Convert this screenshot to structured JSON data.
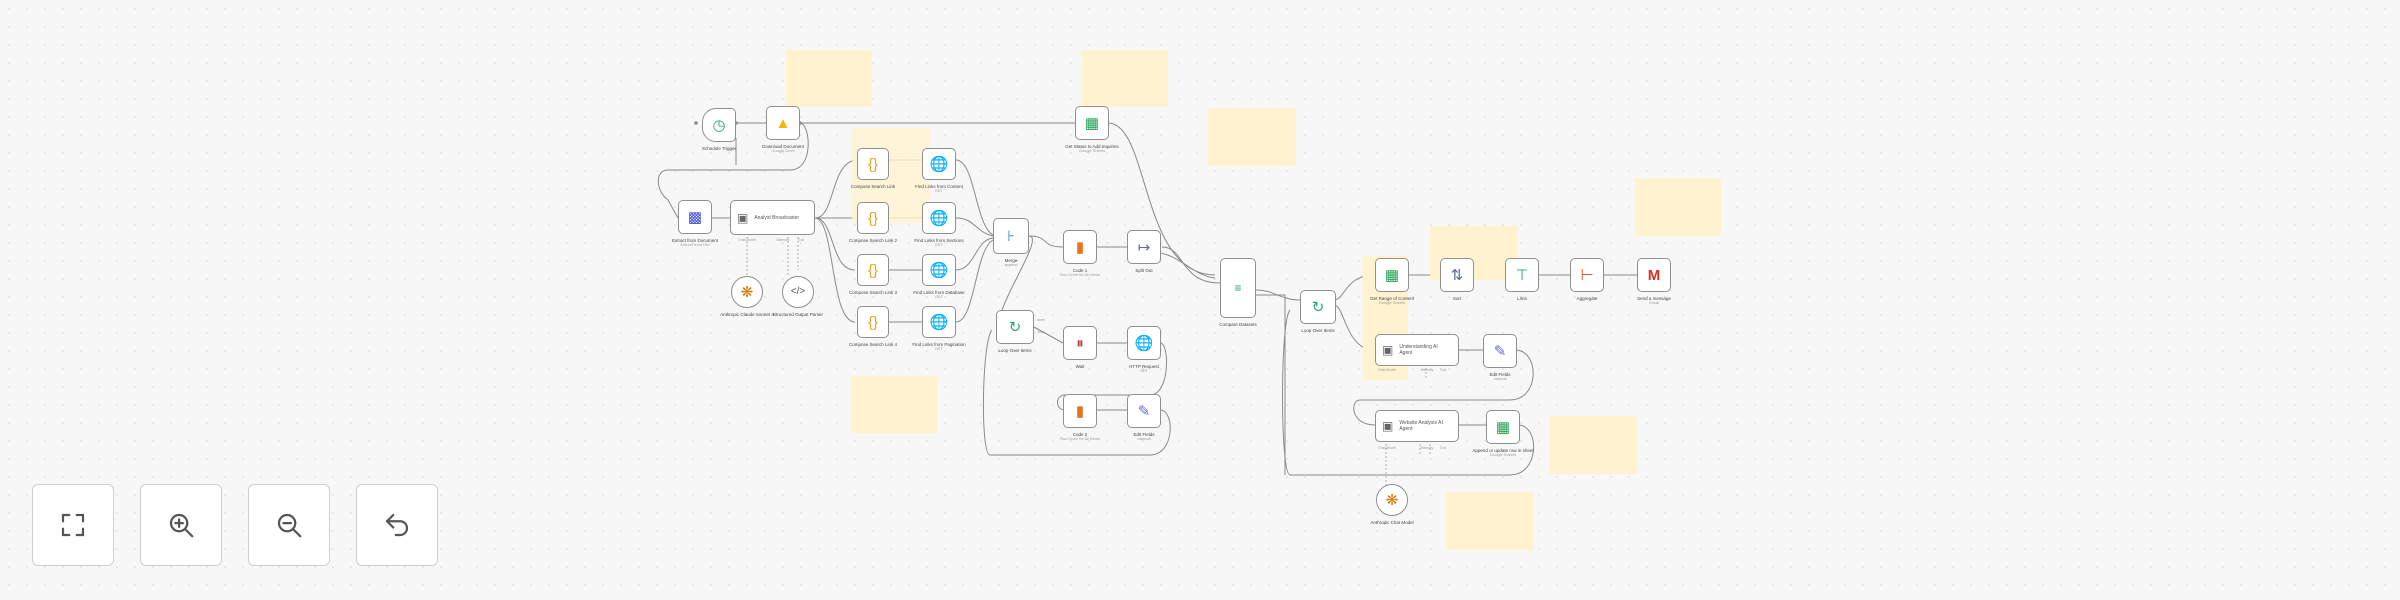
{
  "colors": {
    "node_border": "#8f8f8f",
    "sticky": "#fff3cf",
    "connection": "#8a8a8a",
    "sheets_green": "#1e9e52",
    "http_blue": "#6a6ad6",
    "code_orange": "#f0a11a",
    "gmail_red": "#d93025"
  },
  "toolbar": {
    "fit_view": "fit-view-icon",
    "zoom_in": "zoom-in-icon",
    "zoom_out": "zoom-out-icon",
    "reset": "undo-icon"
  },
  "nodes": {
    "schedule": {
      "label": "Schedule Trigger",
      "sub": ""
    },
    "download": {
      "label": "Download Document",
      "sub": "Google Drive"
    },
    "sheets_top": {
      "label": "Get Status to Add Inquiries",
      "sub": "Google Sheets"
    },
    "extract": {
      "label": "Extract from Document",
      "sub": "Extract from File"
    },
    "analyst": {
      "label": "Analyst Broadcaster",
      "sub": ""
    },
    "claude": {
      "label": "Anthropic Claude Sonnet 4",
      "sub": ""
    },
    "parser": {
      "label": "Structured Output Parser",
      "sub": ""
    },
    "sq1": {
      "label": "Compose Search Link",
      "sub": ""
    },
    "sq2": {
      "label": "Compose Search Link 2",
      "sub": ""
    },
    "sq3": {
      "label": "Compose Search Link 3",
      "sub": ""
    },
    "sq4": {
      "label": "Compose Search Link 4",
      "sub": ""
    },
    "h1": {
      "label": "Find Links from Content",
      "sub": "GET"
    },
    "h2": {
      "label": "Find Links from Sections",
      "sub": "GET"
    },
    "h3": {
      "label": "Find Links from Database",
      "sub": "GET"
    },
    "h4": {
      "label": "Find Links from Pagination",
      "sub": "GET"
    },
    "merge": {
      "label": "Merge",
      "sub": "append"
    },
    "code1": {
      "label": "Code 1",
      "sub": "Run Once for All Items"
    },
    "split1": {
      "label": "Split Out",
      "sub": ""
    },
    "loop1": {
      "label": "Loop Over Items",
      "sub": ""
    },
    "wait": {
      "label": "Wait",
      "sub": ""
    },
    "http_req": {
      "label": "HTTP Request",
      "sub": "GET"
    },
    "code2": {
      "label": "Code 2",
      "sub": "Run Once for All Items"
    },
    "edit1": {
      "label": "Edit Fields",
      "sub": "manual"
    },
    "aggregate": {
      "label": "Compare Datasets",
      "sub": ""
    },
    "loop2": {
      "label": "Loop Over Items",
      "sub": ""
    },
    "sheets_mid": {
      "label": "Get Range of Content",
      "sub": "Google Sheets"
    },
    "sort": {
      "label": "Sort",
      "sub": ""
    },
    "limit": {
      "label": "Limit",
      "sub": ""
    },
    "aggr": {
      "label": "Aggregate",
      "sub": ""
    },
    "gmail": {
      "label": "Send a message",
      "sub": "Gmail"
    },
    "agent2": {
      "label": "Understanding AI Agent",
      "sub": ""
    },
    "edit2": {
      "label": "Edit Fields",
      "sub": "manual"
    },
    "agent3": {
      "label": "Website Analysis AI Agent",
      "sub": ""
    },
    "sheets_low": {
      "label": "Append or update row in sheet",
      "sub": "Google Sheets"
    },
    "claude2": {
      "label": "Anthropic Chat Model",
      "sub": ""
    }
  },
  "ports": {
    "chat_model": "Chat Model",
    "memory": "Memory",
    "tool": "Tool",
    "done": "done",
    "loop": "loop"
  }
}
